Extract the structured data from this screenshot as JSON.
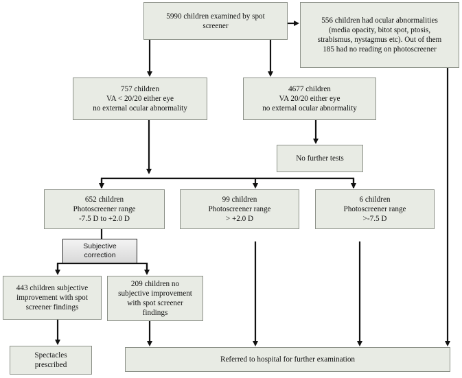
{
  "nodes": {
    "examined": "5990 children examined by spot\nscreener",
    "abnormal": "556 children had ocular abnormalities\n(media opacity, bitot spot, ptosis,\nstrabismus, nystagmus etc). Out of them\n185 had no reading on photoscreener",
    "va_below": "757 children\nVA < 20/20 either eye\nno external ocular abnormality",
    "va_normal": "4677 children\nVA 20/20 either eye\nno external ocular abnormality",
    "no_further": "No further tests",
    "range_652": "652 children\nPhotoscreener range\n-7.5 D to +2.0 D",
    "range_99": "99 children\nPhotoscreener range\n> +2.0 D",
    "range_6": "6 children\nPhotoscreener  range\n>-7.5  D",
    "subjective": "Subjective\ncorrection",
    "improved_443": "443 children subjective\nimprovement with spot\nscreener findings",
    "no_improve_209": "209 children no\nsubjective improvement\nwith spot screener\nfindings",
    "spectacles": "Spectacles\nprescribed",
    "referred": "Referred to hospital for further examination"
  },
  "colors": {
    "box_fill": "#e8ebe4",
    "box_border": "#8a8f86",
    "arrow": "#111111"
  }
}
